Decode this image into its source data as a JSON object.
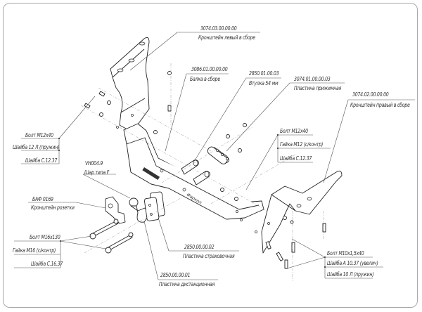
{
  "title": "Towbar assembly exploded view",
  "labels": {
    "left_bracket": {
      "code": "3074.03.00.00.00",
      "name": "Кронштейн левый в сборе"
    },
    "beam": {
      "code": "3086.01.00.00.00",
      "name": "Балка в сборе"
    },
    "bushing": {
      "code": "2850.01.00.03",
      "name": "Втулка 54 мм"
    },
    "clamp_plate": {
      "code": "3074.01.00.00.03",
      "name": "Пластина прижимная"
    },
    "right_bracket": {
      "code": "3074.02.00.00.00",
      "name": "Кронштейн правый в сборе"
    },
    "ball": {
      "code": "VH004.9",
      "name": "Шар типа F"
    },
    "socket_bracket": {
      "code": "БАФ 0169",
      "name": "Кронштейн розетки"
    },
    "safety_plate": {
      "code": "2850.00.00.02",
      "name": "Пластина страховочная"
    },
    "spacer_plate": {
      "code": "2850.00.00.01",
      "name": "Пластина дистанционная"
    }
  },
  "fastener_groups": {
    "left_upper": [
      "Болт М12х40",
      "Шайба 12 Л (пружин)",
      "Шайба С.12.37"
    ],
    "center_right": [
      "Болт М12х40",
      "Гайка М12 (с/контр)",
      "Шайба С.12.37"
    ],
    "left_lower": [
      "Болт М16х130",
      "Гайка М16 (с/контр)",
      "Шайба С.16.37"
    ],
    "right_lower": [
      "Болт М10х1,5х40",
      "Шайба А 10.37 (увелич)",
      "Шайба 10 Л (пружин)"
    ]
  },
  "beam_markings": {
    "left": "■■■■■■",
    "right": "Фаркоп"
  }
}
